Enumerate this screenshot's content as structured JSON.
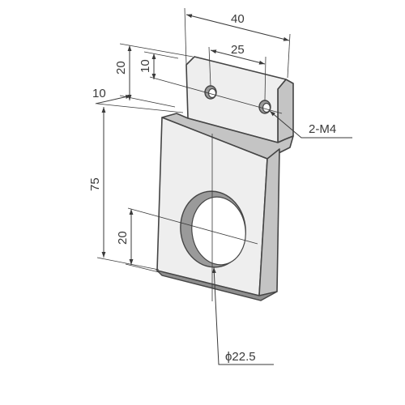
{
  "dimensions": {
    "width_overall": "40",
    "hole_spacing": "25",
    "top_flange_height": "20",
    "hole_from_top": "10",
    "offset": "10",
    "plate_height": "75",
    "big_hole_position": "20",
    "small_holes": "2-M4",
    "big_hole_diameter": "ϕ22.5"
  },
  "colors": {
    "line": "#3a3a3a",
    "part_face": "#eeeeee",
    "part_edge": "#c4c4c4",
    "hole_shadow": "#9a9a9a"
  }
}
